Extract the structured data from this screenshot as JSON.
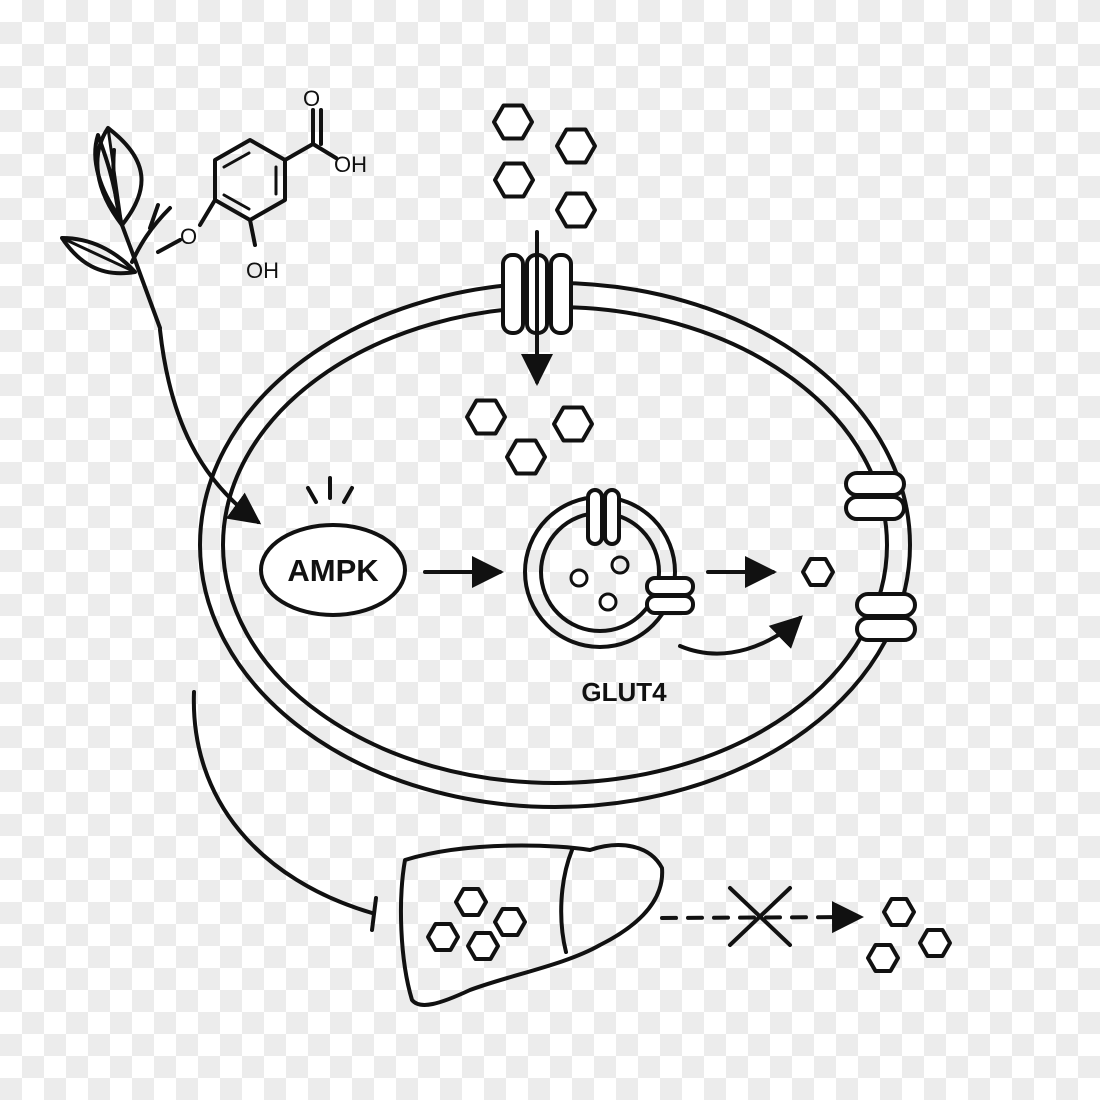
{
  "labels": {
    "ampk": "AMPK",
    "glut4": "GLUT4"
  },
  "molecule": {
    "carbonyl_o": "O",
    "acid_oh": "OH",
    "ring_oh": "OH",
    "ether_o": "O"
  },
  "colors": {
    "ink": "#111111",
    "background": "#ffffff",
    "checker": "#ececec"
  },
  "icons": [
    "plant-icon",
    "molecule-icon",
    "glucose-icon",
    "liver-icon",
    "transporter-icon",
    "vesicle-icon",
    "block-x-icon"
  ]
}
